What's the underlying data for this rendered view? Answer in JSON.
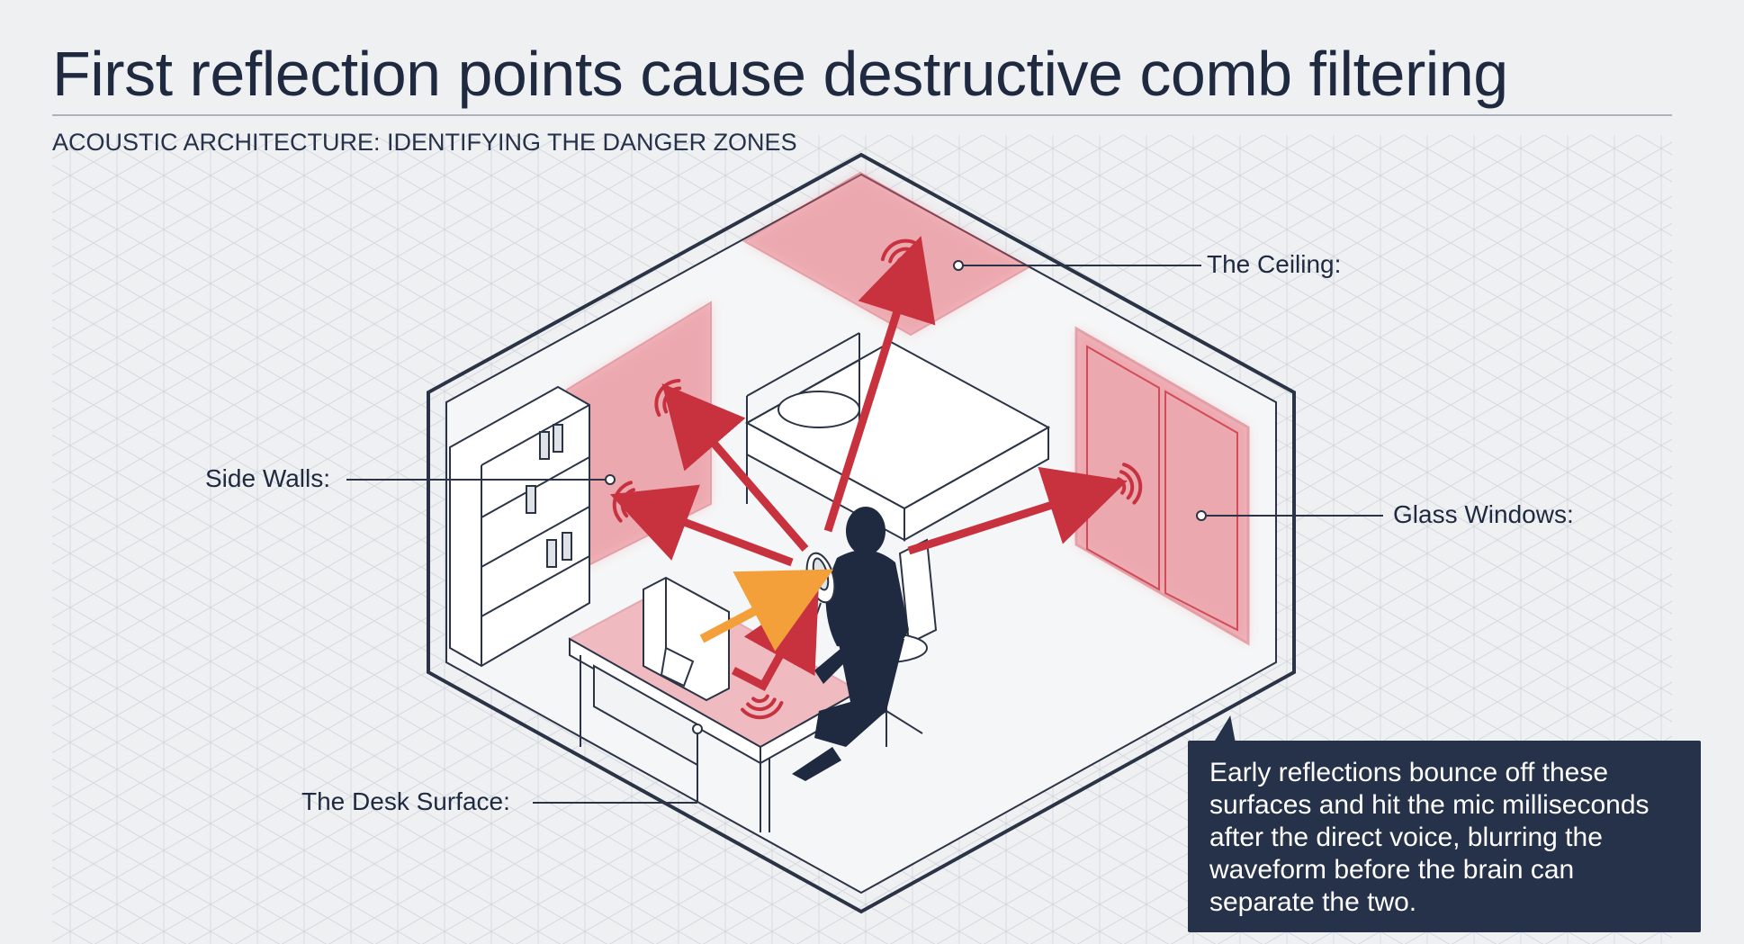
{
  "title": "First reflection points cause destructive comb filtering",
  "subtitle": "ACOUSTIC ARCHITECTURE: IDENTIFYING THE DANGER ZONES",
  "callouts": {
    "ceiling": "The Ceiling:",
    "side_walls": "Side Walls:",
    "glass_windows": "Glass Windows:",
    "desk_surface": "The Desk Surface:"
  },
  "info_box": {
    "text": "Early reflections bounce off these surfaces and hit the mic milliseconds after the direct voice, blurring the waveform before the brain can separate the two."
  },
  "colors": {
    "background": "#eef0f2",
    "outline": "#2b3446",
    "danger_zone": "#e8737f",
    "reflection_arrow": "#c8323f",
    "direct_voice_arrow": "#f3a03a",
    "info_box": "#26324a"
  },
  "icons": [
    "sound-wave-icon"
  ]
}
